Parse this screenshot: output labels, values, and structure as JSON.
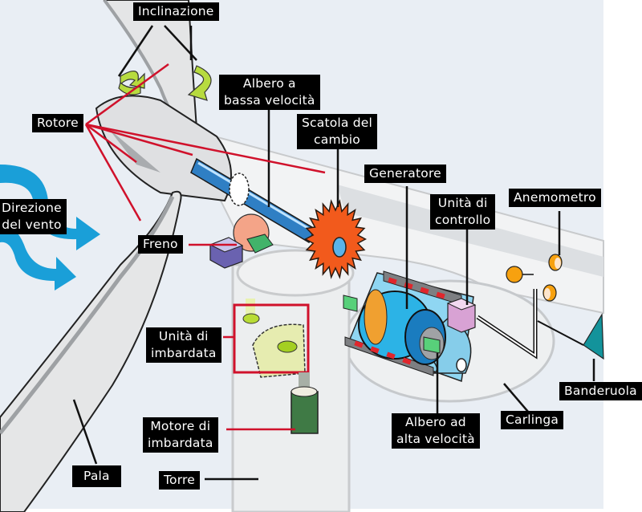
{
  "title": "Componenti di una turbina eolica",
  "colors": {
    "background": "#e9eef4",
    "label_bg": "#000000",
    "label_text": "#ffffff",
    "leader_red": "#d0112b",
    "wind_arrow": "#1a9fd8",
    "shaft_blue": "#2f7fc4",
    "gear_orange": "#f25a1c",
    "generator_blue": "#29b5e8",
    "yaw_gear": "#e6ecb0",
    "yaw_motor": "#3f7a45",
    "vane_teal": "#13939b",
    "anemometer_orange": "#f7a10f",
    "control_pink": "#d8a2d4",
    "brake_purple": "#6a62b0"
  },
  "labels": {
    "inclinazione": "Inclinazione",
    "albero_bassa": "Albero a\nbassa velocità",
    "rotore": "Rotore",
    "scatola_cambio": "Scatola del\ncambio",
    "generatore": "Generatore",
    "unita_controllo": "Unità di\ncontrollo",
    "anemometro": "Anemometro",
    "direzione_vento": "Direzione\ndel vento",
    "freno": "Freno",
    "unita_imbardata": "Unità di\nimbardata",
    "banderuola": "Banderuola",
    "motore_imbardata": "Motore di\nimbardata",
    "albero_alta": "Albero ad\nalta velocità",
    "carlinga": "Carlinga",
    "pala": "Pala",
    "torre": "Torre"
  }
}
